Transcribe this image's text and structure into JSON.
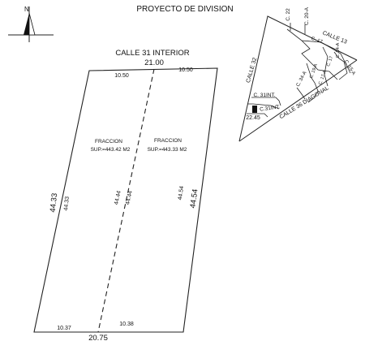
{
  "title": "PROYECTO DE DIVISION",
  "north_label": "N",
  "street_top": "CALLE 31 INTERIOR",
  "dims": {
    "top_total": "21.00",
    "top_left": "10.50",
    "top_right": "10.50",
    "bottom_total": "20.75",
    "bottom_left": "10.37",
    "bottom_right": "10.38",
    "left_outer": "44.33",
    "left_inner": "44.33",
    "center_left": "44.44",
    "center_right": "44.44",
    "right_inner": "44.54",
    "right_outer": "44.54"
  },
  "fractions": [
    {
      "name": "FRACCION",
      "area": "SUP.=443.42  M2"
    },
    {
      "name": "FRACCION",
      "area": "SUP.=443.33  M2"
    }
  ],
  "location_map": {
    "streets": {
      "c22": "C. 22",
      "c20a": "C. 20-A",
      "calle13": "CALLE 13",
      "calle32": "CALLE 32",
      "c17": "C. 17",
      "c24a_top": "C. 24-A",
      "c15a": "C. 15-A",
      "c17b": "C. 17",
      "c34a": "C. 34-A",
      "c19a": "C. 19-A",
      "c17a": "C. 17-A",
      "c31int_top": "C. 31INT.",
      "c31int_bottom": "C.31INT.",
      "calle36": "CALLE 36 DIAGONAL",
      "dim": "22.45"
    }
  }
}
